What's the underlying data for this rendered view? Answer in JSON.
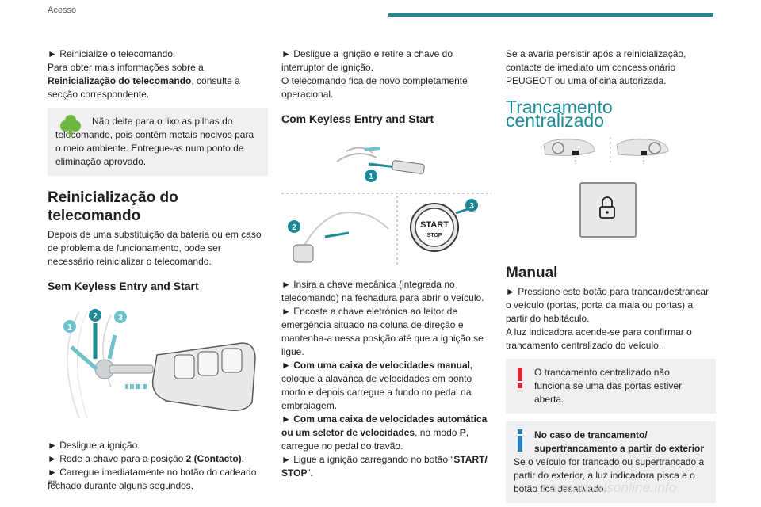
{
  "header": {
    "section": "Acesso"
  },
  "page_number": "38",
  "watermark": "carmanualsonline.info",
  "col1": {
    "step1": "► Reinicialize o telecomando.",
    "more_info_a": "Para obter mais informações sobre a",
    "more_info_bold": "Reinicialização do telecomando",
    "more_info_b": ", consulte a secção correspondente.",
    "eco_note": "Não deite para o lixo as pilhas do telecomando, pois contêm metais nocivos para o meio ambiente. Entregue-as num ponto de eliminação aprovado.",
    "section_title": "Reinicialização do telecomando",
    "section_text": "Depois de uma substituição da bateria ou em caso de problema de funcionamento, pode ser necessário reinicializar o telecomando.",
    "sub_title": "Sem Keyless Entry and Start",
    "b1": "► Desligue a ignição.",
    "b2_a": "► Rode a chave para a posição ",
    "b2_bold": "2 (Contacto)",
    "b2_b": ".",
    "b3": "► Carregue imediatamente no botão do cadeado fechado durante alguns segundos."
  },
  "col2": {
    "intro": "► Desligue a ignição e retire a chave do interruptor de ignição.",
    "intro2": "O telecomando fica de novo completamente operacional.",
    "sub_title": "Com Keyless Entry and Start",
    "start_line1": "START",
    "start_line2": "STOP",
    "s1": "► Insira a chave mecânica (integrada no telecomando) na fechadura para abrir o veículo.",
    "s2": "► Encoste a chave eletrónica ao leitor de emergência situado na coluna de direção e mantenha-a nessa posição até que a ignição se ligue.",
    "s3_a": "► ",
    "s3_bold": "Com uma caixa de velocidades manual,",
    "s3_b": " coloque a alavanca de velocidades em ponto morto e depois carregue a fundo no pedal da embraiagem.",
    "s4_a": "► ",
    "s4_bold": "Com uma caixa de velocidades automática ou um seletor de velocidades",
    "s4_b": ", no modo ",
    "s4_bold2": "P",
    "s4_c": ", carregue no pedal do travão.",
    "s5_a": "► Ligue a ignição carregando no botão “",
    "s5_bold": "START/ STOP",
    "s5_b": "”."
  },
  "col3": {
    "fault": "Se a avaria persistir após a reinicialização, contacte de imediato um concessionário PEUGEOT ou uma oficina autorizada.",
    "title": "Trancamento centralizado",
    "manual_title": "Manual",
    "m1": "► Pressione este botão para trancar/destrancar o veículo (portas, porta da mala ou portas) a partir do habitáculo.",
    "m2": "A luz indicadora acende-se para confirmar o trancamento centralizado do veículo.",
    "warn": "O trancamento centralizado não funciona se uma das portas estiver aberta.",
    "info_title": "No caso de trancamento/ supertrancamento a partir do exterior",
    "info_text": "Se o veículo for trancado ou supertrancado a partir do exterior, a luz indicadora pisca e o botão fica desativado."
  },
  "colors": {
    "accent": "#1b8a96",
    "note_bg": "#eef0f2",
    "eco_green": "#6fb83f",
    "warn_red": "#e5202e",
    "info_blue": "#2e7fc1"
  }
}
